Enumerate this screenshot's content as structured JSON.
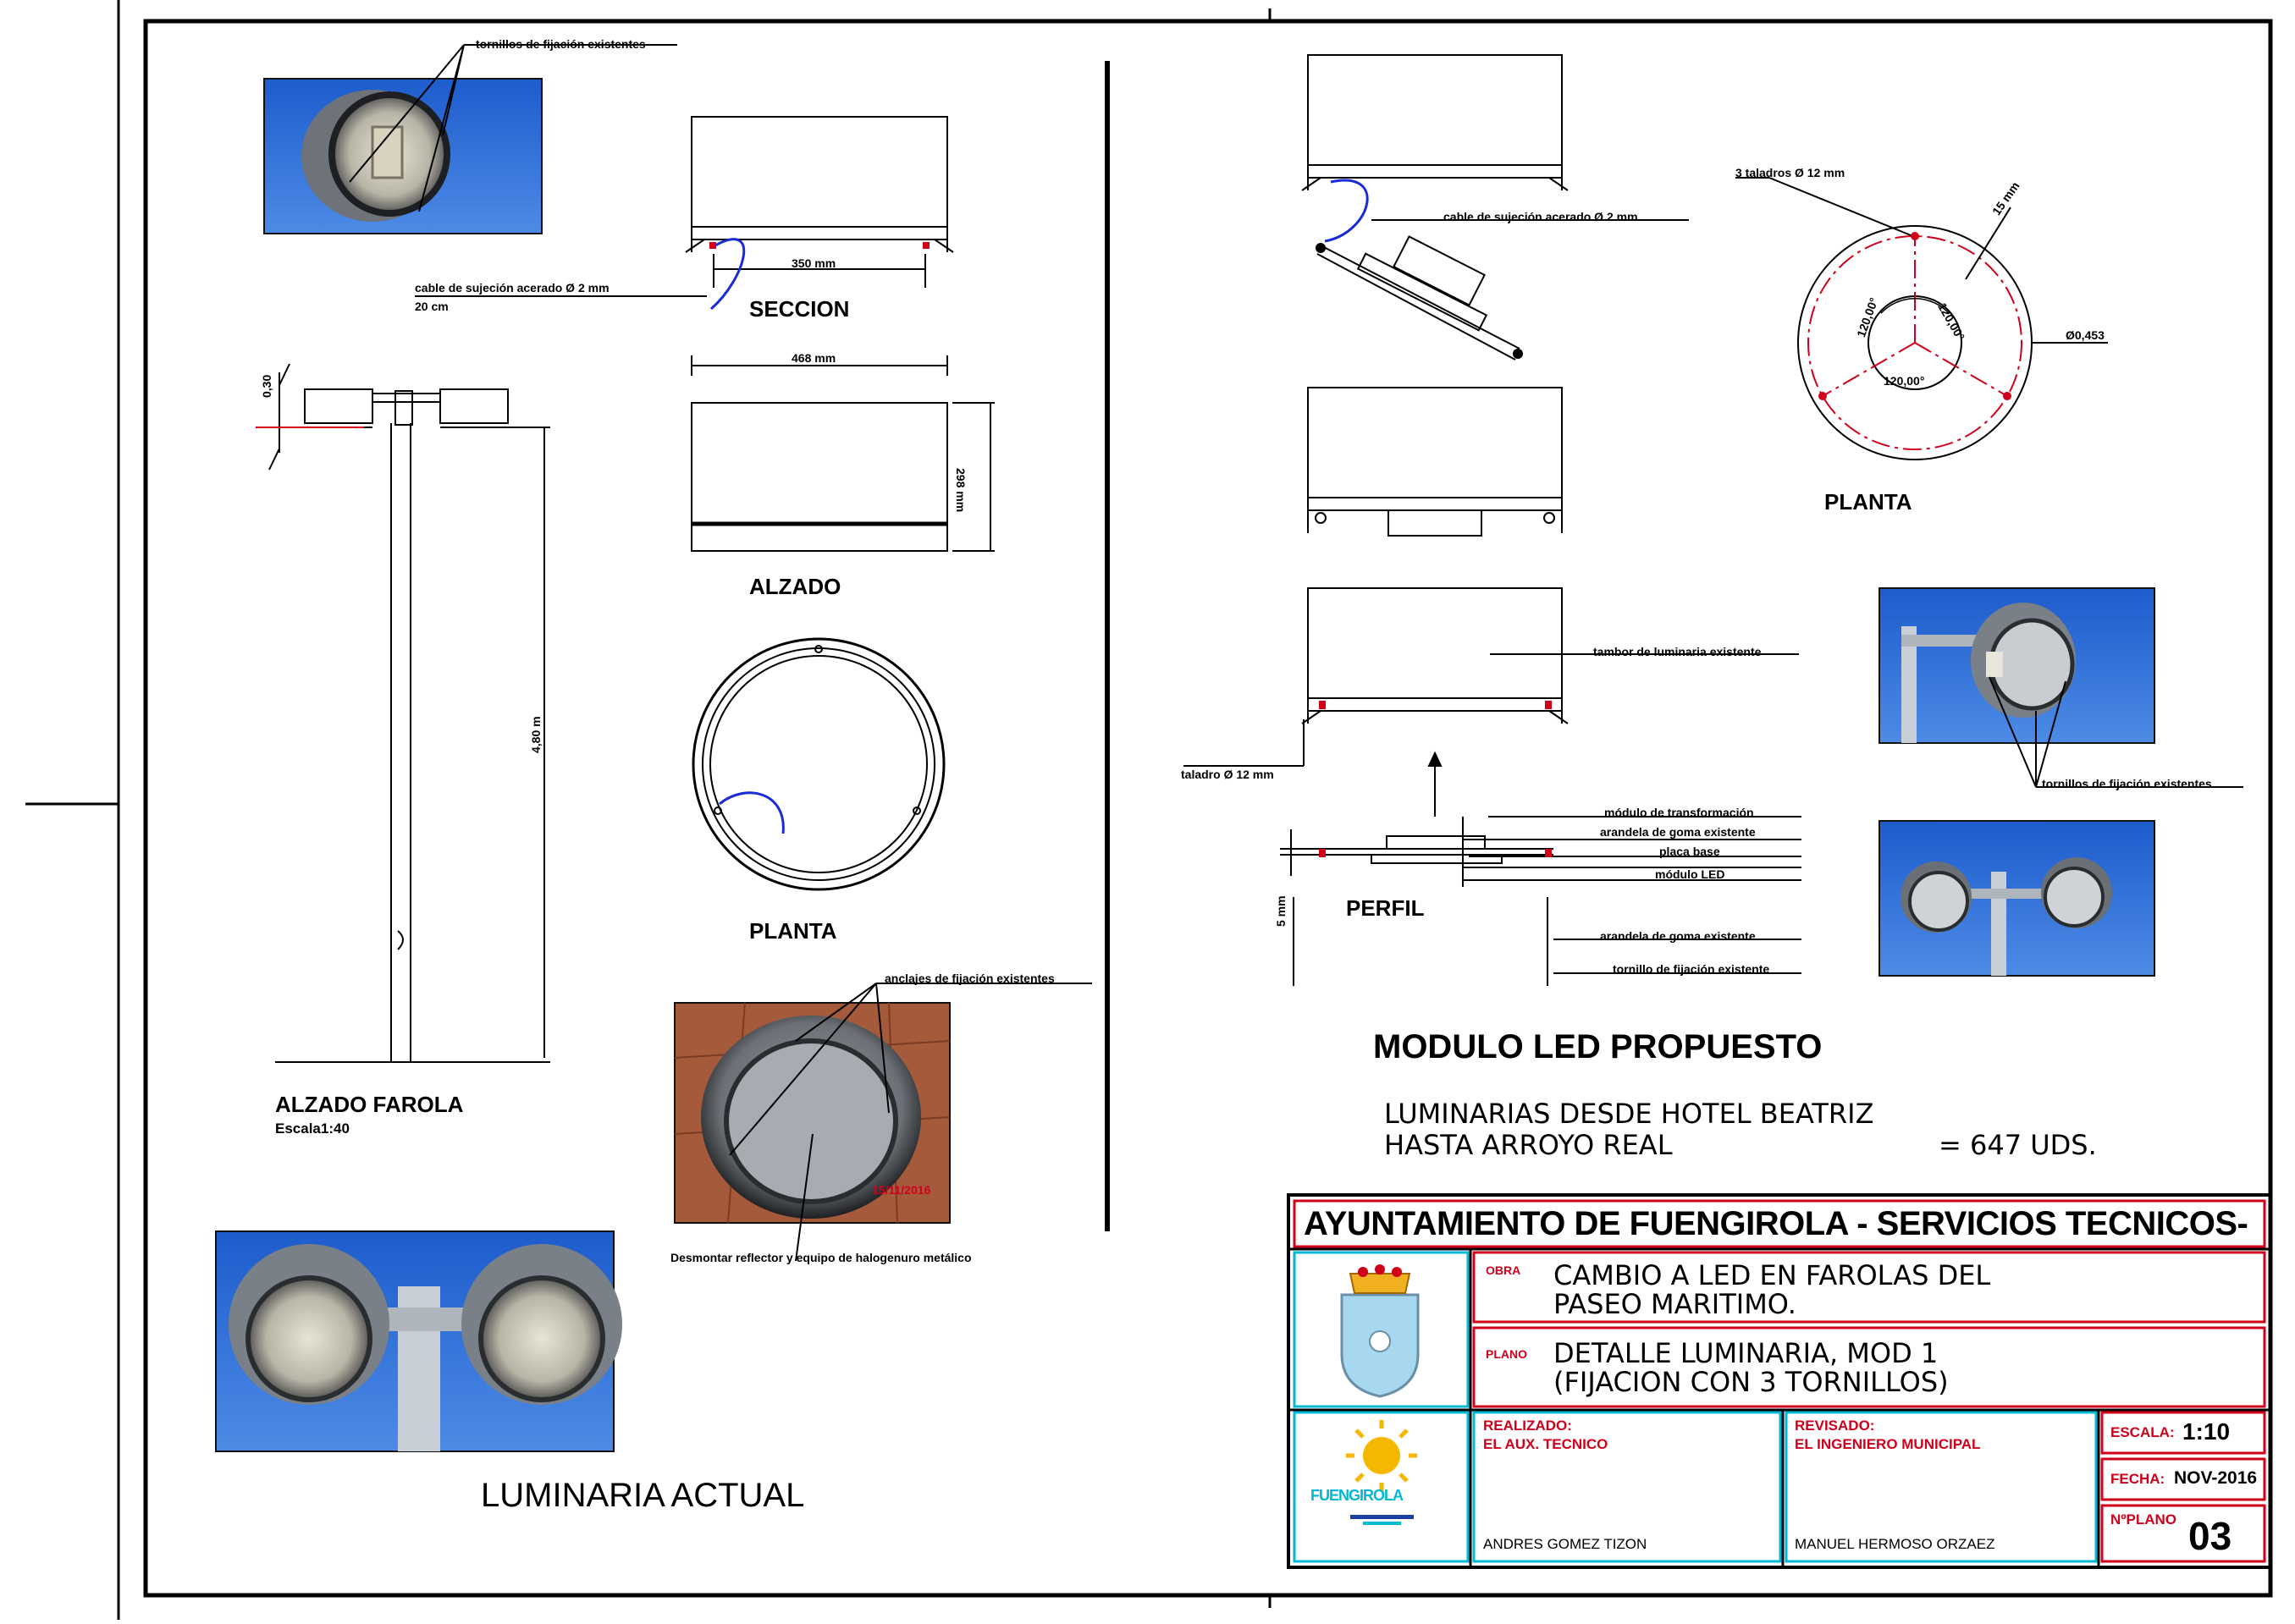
{
  "labels": {
    "tornillos_top": "tornillos de fijación existentes",
    "seccion": "SECCION",
    "cable_left": "cable de sujeción acerado Ø 2 mm",
    "cable_left_2": "20 cm",
    "dim_350": "350 mm",
    "dim_468": "468 mm",
    "dim_298": "298 mm",
    "alzado": "ALZADO",
    "planta_left": "PLANTA",
    "dim_pole": "4,80 m",
    "dim_small": "0,30",
    "alzado_farola": "ALZADO FAROLA",
    "escala_farola": "Escala1:40",
    "anclajes": "anclajes de fijación existentes",
    "desmontar": "Desmontar reflector y equipo de halogenuro metálico",
    "luminaria_actual": "LUMINARIA ACTUAL",
    "cable_right": "cable de sujeción acerado Ø 2 mm",
    "taladros": "3 taladros Ø 12 mm",
    "dim_15": "15 mm",
    "dim_diam": "Ø0,453",
    "ang1": "120,00°",
    "ang2": "120,00°",
    "ang3": "120,00°",
    "planta_right": "PLANTA",
    "tambor": "tambor de luminaria existente",
    "taladro": "taladro Ø 12 mm",
    "modulo_trans": "módulo de transformación",
    "arandela1": "arandela de goma existente",
    "placa_base": "placa base",
    "modulo_led": "módulo LED",
    "arandela2": "arandela de goma existente",
    "tornillo": "tornillo de fijación existente",
    "perfil": "PERFIL",
    "dim_5mm": "5 mm",
    "tornillos_right": "tornillos de fijación existentes",
    "modulo_title": "MODULO LED PROPUESTO",
    "lum_line1": "LUMINARIAS  DESDE  HOTEL  BEATRIZ",
    "lum_line2": "HASTA  ARROYO  REAL",
    "lum_count": "=  647  UDS."
  },
  "photo_stamp": "15/11/2016",
  "titleblock": {
    "header": "AYUNTAMIENTO DE FUENGIROLA - SERVICIOS TECNICOS-",
    "obra_label": "OBRA",
    "obra_line1": "CAMBIO  A  LED  EN  FAROLAS  DEL",
    "obra_line2": "PASEO  MARITIMO.",
    "plano_label": "PLANO",
    "plano_line1": "DETALLE  LUMINARIA,  MOD  1",
    "plano_line2": "(FIJACION  CON  3  TORNILLOS)",
    "realizado_label": "REALIZADO:",
    "realizado_role": "EL  AUX.  TECNICO",
    "realizado_name": "ANDRES  GOMEZ  TIZON",
    "revisado_label": "REVISADO:",
    "revisado_role": "EL  INGENIERO  MUNICIPAL",
    "revisado_name": "MANUEL  HERMOSO  ORZAEZ",
    "escala_label": "ESCALA:",
    "escala_value": "1:10",
    "fecha_label": "FECHA:",
    "fecha_value": "NOV-2016",
    "nplano_label": "NºPLANO",
    "nplano_value": "03",
    "logo_text": "FUENGIROLA"
  },
  "colors": {
    "line": "#000000",
    "cable": "#1a2bd8",
    "red": "#d0001b",
    "cyan": "#00b7d4",
    "sky": "#2f6fd8"
  }
}
